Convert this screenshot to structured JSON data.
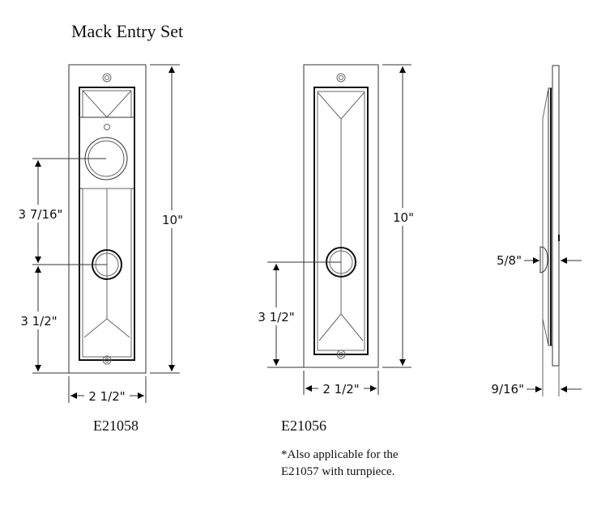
{
  "title": "Mack Entry Set",
  "drawings": {
    "left": {
      "model": "E21058",
      "height_label": "10\"",
      "width_label": "2 1/2\"",
      "upper_spacing_label": "3 7/16\"",
      "lower_spacing_label": "3 1/2\""
    },
    "middle": {
      "model": "E21056",
      "height_label": "10\"",
      "width_label": "2 1/2\"",
      "lower_spacing_label": "3 1/2\"",
      "note_line1": "*Also applicable for the",
      "note_line2": "E21057 with turnpiece."
    },
    "side": {
      "projection_label": "5/8\"",
      "thickness_label": "9/16\""
    }
  }
}
